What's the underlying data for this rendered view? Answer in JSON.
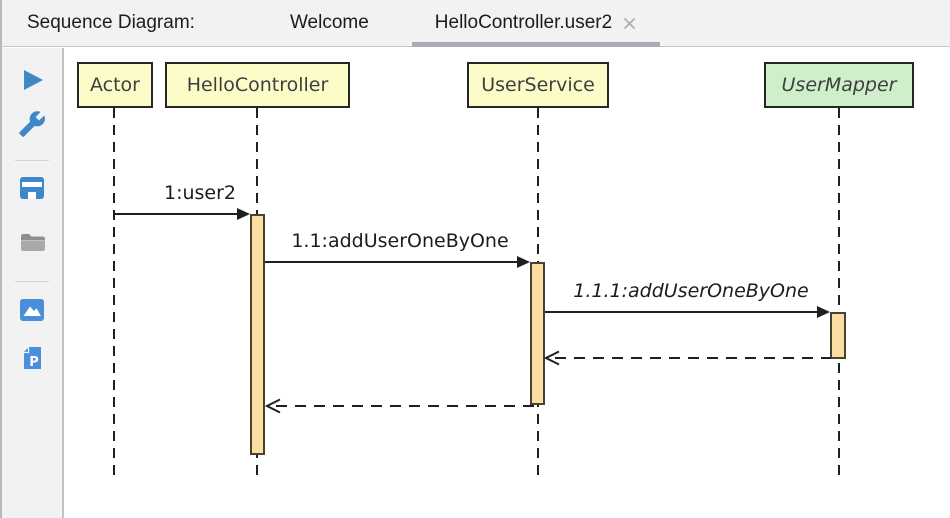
{
  "header": {
    "title": "Sequence Diagram:",
    "tabs": [
      {
        "label": "Welcome",
        "active": false
      },
      {
        "label": "HelloController.user2",
        "active": true,
        "close_icon": "close-icon"
      }
    ]
  },
  "toolbar": {
    "items": [
      {
        "icon": "play-icon",
        "action": "run"
      },
      {
        "icon": "wrench-icon",
        "action": "settings"
      },
      {
        "icon": "save-icon",
        "action": "save"
      },
      {
        "icon": "folder-icon",
        "action": "open"
      },
      {
        "icon": "image-icon",
        "action": "export-image"
      },
      {
        "icon": "plantuml-file-icon",
        "action": "export-plantuml",
        "glyph": "P"
      }
    ]
  },
  "diagram": {
    "participants": [
      {
        "name": "Actor",
        "fill": "#FCFCC9",
        "italic": false
      },
      {
        "name": "HelloController",
        "fill": "#FCFCC9",
        "italic": false
      },
      {
        "name": "UserService",
        "fill": "#FCFCC9",
        "italic": false
      },
      {
        "name": "UserMapper",
        "fill": "#CFEFCB",
        "italic": true
      }
    ],
    "messages": [
      {
        "label": "1:user2",
        "from": "Actor",
        "to": "HelloController",
        "style": "solid"
      },
      {
        "label": "1.1:addUserOneByOne",
        "from": "HelloController",
        "to": "UserService",
        "style": "solid"
      },
      {
        "label": "1.1.1:addUserOneByOne",
        "from": "UserService",
        "to": "UserMapper",
        "style": "solid",
        "italic": true
      },
      {
        "label": "",
        "from": "UserMapper",
        "to": "UserService",
        "style": "dashed-return"
      },
      {
        "label": "",
        "from": "UserService",
        "to": "HelloController",
        "style": "dashed-return"
      }
    ],
    "colors": {
      "participant_yellow": "#FCFCC9",
      "participant_green": "#CFEFCB",
      "activation_fill": "#FBDFA2",
      "line": "#1f1f1f",
      "accent_blue": "#3F87CB",
      "tab_underline": "#a9adb3"
    }
  }
}
